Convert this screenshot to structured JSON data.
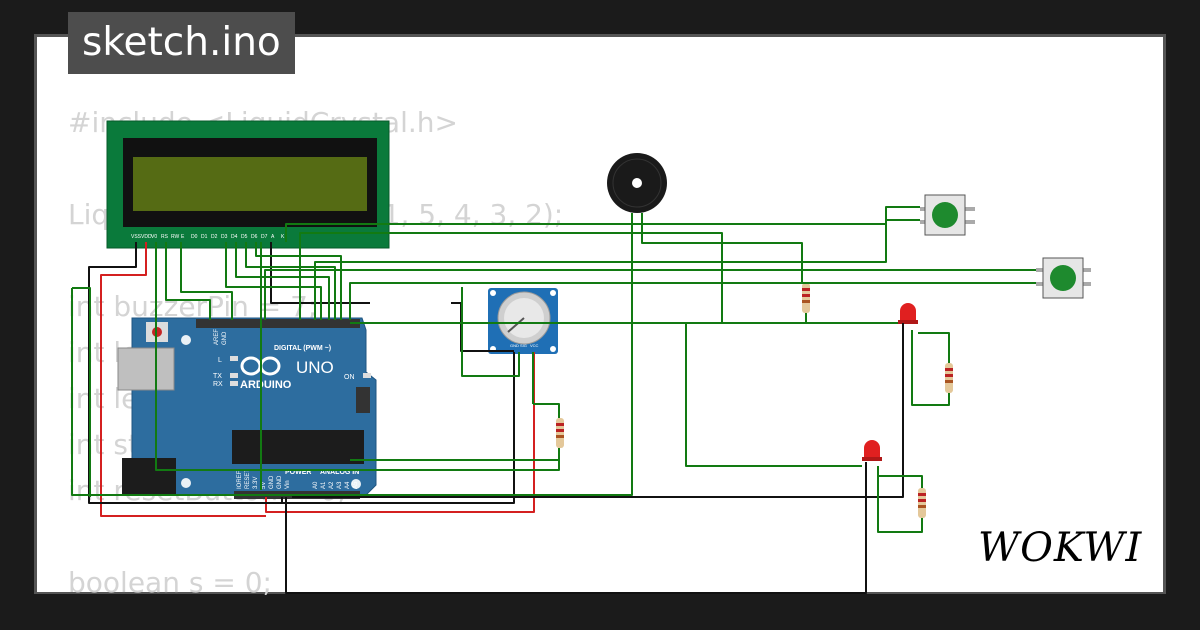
{
  "title": "sketch.ino",
  "brand": "WOKWI",
  "code_lines": [
    "#include <LiquidCrystal.h>",
    "",
    "LiquidCrystal lcd(12, 11, 5, 4, 3, 2);",
    "",
    "int buzzerPin = 7;",
    "int ledPin1 = 8;",
    "int ledPin2 = 9;",
    "int startButton = 10;",
    "int resetButton = 6;",
    "",
    "boolean s = 0;"
  ],
  "arduino": {
    "logo": "ARDUINO",
    "model": "UNO",
    "digital_label": "DIGITAL (PWM ~)",
    "power_label": "POWER",
    "analog_label": "ANALOG IN",
    "on_label": "ON",
    "l_label": "L",
    "tx_label": "TX",
    "rx_label": "RX",
    "pin_aref": "AREF",
    "pin_gnd": "GND",
    "analog_pins": [
      "A0",
      "A1",
      "A2",
      "A3",
      "A4",
      "A5"
    ],
    "power_pins": [
      "IOREF",
      "RESET",
      "3.3V",
      "5V",
      "GND",
      "GND",
      "Vin"
    ]
  },
  "lcd": {
    "pin_labels": [
      "VSS",
      "VDD",
      "V0",
      "RS",
      "RW",
      "E",
      "D0",
      "D1",
      "D2",
      "D3",
      "D4",
      "D5",
      "D6",
      "D7",
      "A",
      "K"
    ]
  },
  "pot": {
    "pin_labels": [
      "GND",
      "SIG",
      "VCC"
    ]
  },
  "colors": {
    "pcb": "#2d6d9f",
    "lcd_pcb": "#0a7a3b",
    "lcd_screen": "#556b14",
    "button_cap": "#1e8a2e",
    "led": "#e02020",
    "wire_green": "#127a12",
    "wire_black": "#111111",
    "wire_red": "#d42020",
    "code_text": "#d4d4d4"
  }
}
